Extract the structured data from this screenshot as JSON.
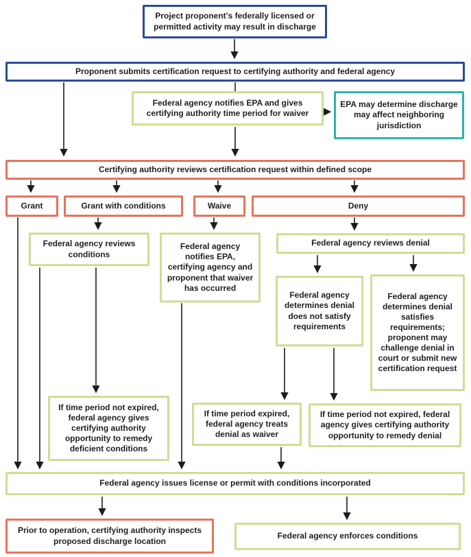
{
  "colors": {
    "navy": "#2A4B9B",
    "salmon": "#E8735A",
    "green": "#CDDF92",
    "teal": "#2CB1B1",
    "arrow": "#1C1C1C",
    "text": "#1F1F1F",
    "background": "#FFFFFF"
  },
  "nodes": {
    "activity": "Project proponent’s federally licensed or permitted activity may result in discharge",
    "submit": "Proponent submits certification request to certifying authority and federal agency",
    "notify_waiver_period": "Federal agency notifies EPA and gives certifying authority time period for waiver",
    "epa_neighbor": "EPA may determine discharge may affect neighboring jurisdiction",
    "review_scope": "Certifying authority reviews certification request within defined scope",
    "grant": "Grant",
    "grant_conditions": "Grant with conditions",
    "waive": "Waive",
    "deny": "Deny",
    "reviews_conditions": "Federal agency reviews conditions",
    "notifies_waiver_occurred": "Federal agency notifies EPA, certifying agency and proponent that waiver has occurred",
    "reviews_denial": "Federal agency reviews denial",
    "denial_not_satisfy": "Federal agency determines denial does not satisfy requirements",
    "denial_satisfies": "Federal agency determines denial satisfies requirements; proponent may challenge denial in court or submit new certification request",
    "remedy_deficient": "If time period not expired, federal agency gives certifying authority opportunity to remedy deficient conditions",
    "denial_as_waiver": "If time period expired, federal agency treats denial as waiver",
    "remedy_denial": "If time period not expired, federal agency gives certifying authority opportunity to remedy denial",
    "issues_license": "Federal agency issues license or permit with conditions incorporated",
    "inspects": "Prior to operation, certifying authority inspects proposed discharge location",
    "enforces": "Federal agency enforces conditions"
  }
}
